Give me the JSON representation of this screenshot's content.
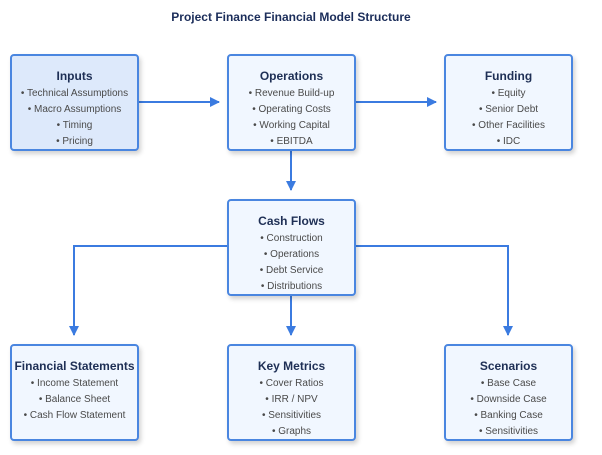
{
  "title": "Project Finance Financial Model Structure",
  "colors": {
    "arrow": "#3b7be0",
    "border": "#4a86e0",
    "fill": "#f1f7ff",
    "fill_highlight": "#dde9fb"
  },
  "boxes": {
    "inputs": {
      "title": "Inputs",
      "items": [
        "• Technical Assumptions",
        "• Macro Assumptions",
        "• Timing",
        "• Pricing"
      ]
    },
    "operations": {
      "title": "Operations",
      "items": [
        "• Revenue Build-up",
        "• Operating Costs",
        "• Working Capital",
        "• EBITDA"
      ]
    },
    "funding": {
      "title": "Funding",
      "items": [
        "• Equity",
        "• Senior Debt",
        "• Other Facilities",
        "• IDC"
      ]
    },
    "cashflows": {
      "title": "Cash Flows",
      "items": [
        "• Construction",
        "• Operations",
        "• Debt Service",
        "• Distributions"
      ]
    },
    "statements": {
      "title": "Financial Statements",
      "items": [
        "• Income Statement",
        "• Balance Sheet",
        "• Cash Flow Statement"
      ]
    },
    "metrics": {
      "title": "Key Metrics",
      "items": [
        "• Cover Ratios",
        "• IRR / NPV",
        "• Sensitivities",
        "• Graphs"
      ]
    },
    "scenarios": {
      "title": "Scenarios",
      "items": [
        "• Base Case",
        "• Downside Case",
        "• Banking Case",
        "• Sensitivities"
      ]
    }
  }
}
